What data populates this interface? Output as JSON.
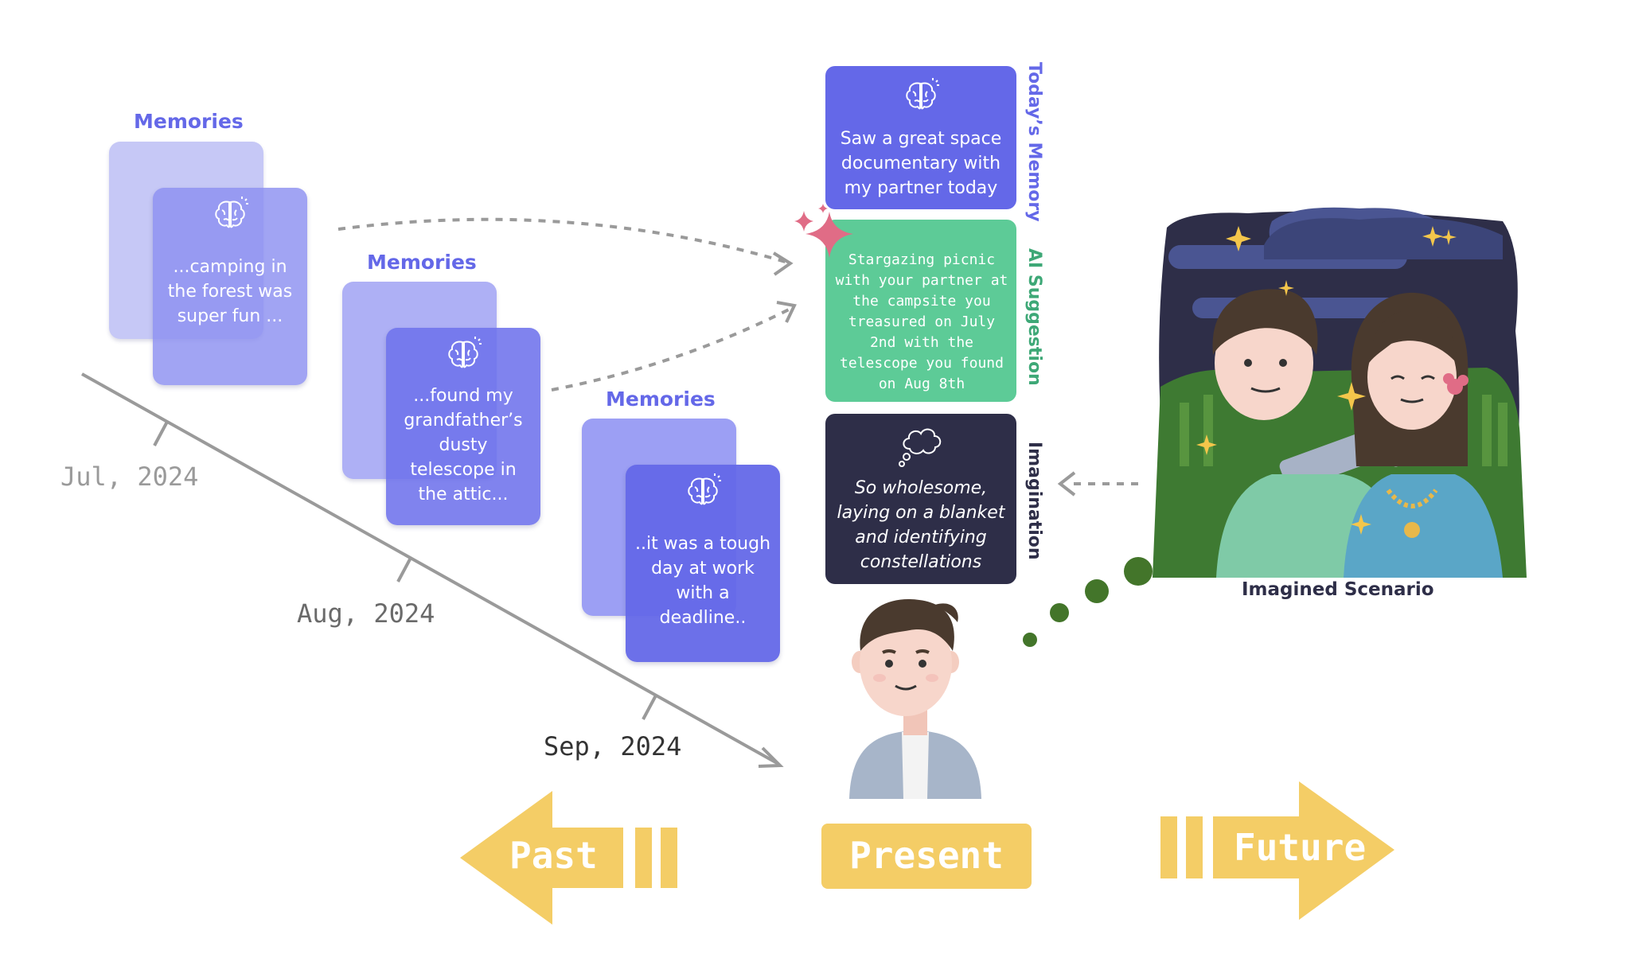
{
  "memory_groups": [
    {
      "title": "Memories",
      "text": "...camping in the forest was super fun ..."
    },
    {
      "title": "Memories",
      "text": "...found my grandfather’s dusty telescope in the attic..."
    },
    {
      "title": "Memories",
      "text": "..it was a tough day at work with a deadline.."
    }
  ],
  "timeline": {
    "dates": [
      "Jul, 2024",
      "Aug, 2024",
      "Sep, 2024"
    ]
  },
  "panels": {
    "today_memory": {
      "label": "Today’s Memory",
      "text": "Saw a great space documentary with my partner today"
    },
    "ai_suggestion": {
      "label": "AI Suggestion",
      "text": "Stargazing picnic with your partner at the campsite you treasured on July 2nd with the telescope you found on Aug 8th"
    },
    "imagination": {
      "label": "Imagination",
      "text": "So wholesome, laying on a blanket and identifying constellations"
    }
  },
  "scenario": {
    "caption": "Imagined Scenario"
  },
  "direction": {
    "past": "Past",
    "present": "Present",
    "future": "Future"
  },
  "colors": {
    "memory": "#6468e8",
    "memory_card_light": "#c6c8f6",
    "ai_green": "#5dcb97",
    "imagination_dark": "#2e2e48",
    "arrow_yellow": "#f4cd66",
    "dot_green": "#43752a"
  },
  "icons": [
    "brain-icon",
    "thought-cloud-icon",
    "sparkle-icon"
  ]
}
